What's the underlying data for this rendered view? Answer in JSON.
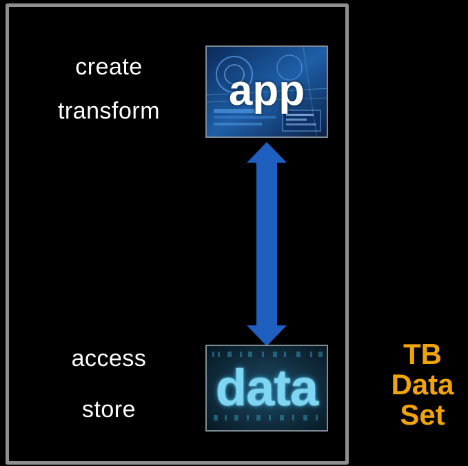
{
  "labels": {
    "create": "create",
    "transform": "transform",
    "access": "access",
    "store": "store"
  },
  "app_tile": {
    "word": "app",
    "icon": "app-technology-image"
  },
  "data_tile": {
    "word": "data",
    "icon": "data-digital-image"
  },
  "arrow": {
    "direction": "bidirectional-vertical",
    "color": "#1f5fbf"
  },
  "dataset_label": {
    "line1": "TB",
    "line2": "Data",
    "line3": "Set",
    "color": "#f0a30a"
  },
  "colors": {
    "frame": "#8f8f8f",
    "background": "#000000"
  }
}
